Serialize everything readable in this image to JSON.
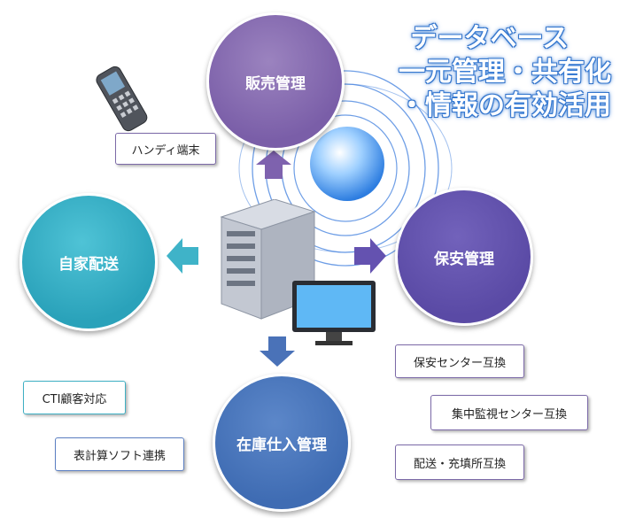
{
  "headline": {
    "line1": "データベース",
    "line2": "一元管理・共有化",
    "line3": "・情報の有効活用"
  },
  "nodes": {
    "sales": "販売管理",
    "delivery": "自家配送",
    "security": "保安管理",
    "stock": "在庫仕入管理"
  },
  "labels": {
    "handy": "ハンディ端末",
    "cti": "CTI顧客対応",
    "spreadsheet": "表計算ソフト連携",
    "security_center": "保安センター互換",
    "monitoring_center": "集中監視センター互換",
    "delivery_station": "配送・充填所互換"
  },
  "colors": {
    "sales": "#7a5ea8",
    "delivery": "#2aa2ba",
    "security": "#5a4aa5",
    "stock": "#3f6cb3",
    "headline_glow": "#3b7fd6"
  }
}
